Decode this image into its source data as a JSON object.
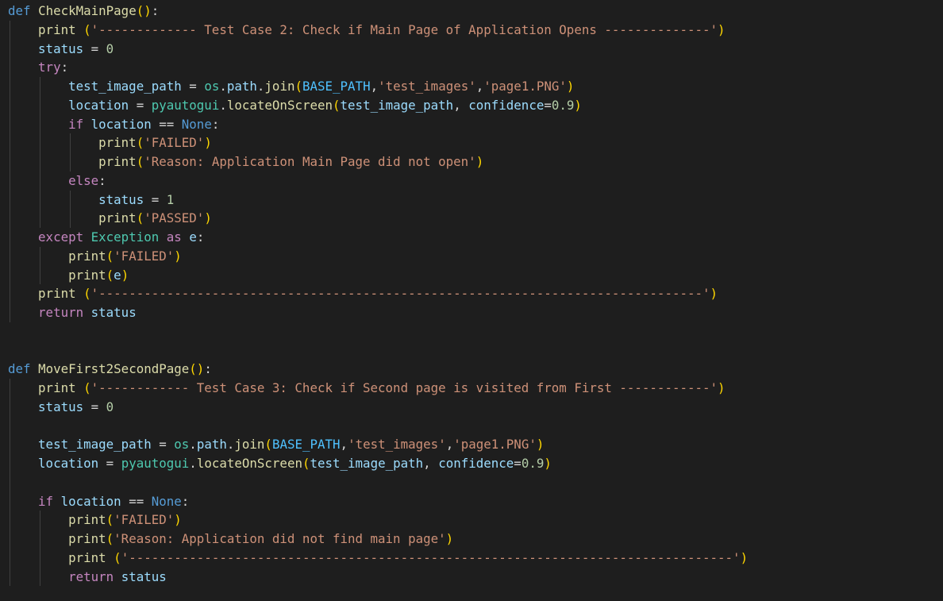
{
  "code_lines": [
    [
      [
        "def",
        "kw"
      ],
      [
        " ",
        "op"
      ],
      [
        "CheckMainPage",
        "fn"
      ],
      [
        "(",
        "p1"
      ],
      [
        ")",
        "p1"
      ],
      [
        ":",
        "op"
      ]
    ],
    [
      [
        "    ",
        "op"
      ],
      [
        "print",
        "fn"
      ],
      [
        " ",
        "op"
      ],
      [
        "(",
        "p1"
      ],
      [
        "'------------- Test Case 2: Check if Main Page of Application Opens --------------'",
        "str"
      ],
      [
        ")",
        "p1"
      ]
    ],
    [
      [
        "    ",
        "op"
      ],
      [
        "status",
        "var"
      ],
      [
        " = ",
        "op"
      ],
      [
        "0",
        "num"
      ]
    ],
    [
      [
        "    ",
        "op"
      ],
      [
        "try",
        "ctl"
      ],
      [
        ":",
        "op"
      ]
    ],
    [
      [
        "        ",
        "op"
      ],
      [
        "test_image_path",
        "var"
      ],
      [
        " = ",
        "op"
      ],
      [
        "os",
        "cls"
      ],
      [
        ".",
        "op"
      ],
      [
        "path",
        "var"
      ],
      [
        ".",
        "op"
      ],
      [
        "join",
        "fn"
      ],
      [
        "(",
        "p1"
      ],
      [
        "BASE_PATH",
        "cst"
      ],
      [
        ",",
        "op"
      ],
      [
        "'test_images'",
        "str"
      ],
      [
        ",",
        "op"
      ],
      [
        "'page1.PNG'",
        "str"
      ],
      [
        ")",
        "p1"
      ]
    ],
    [
      [
        "        ",
        "op"
      ],
      [
        "location",
        "var"
      ],
      [
        " = ",
        "op"
      ],
      [
        "pyautogui",
        "cls"
      ],
      [
        ".",
        "op"
      ],
      [
        "locateOnScreen",
        "fn"
      ],
      [
        "(",
        "p1"
      ],
      [
        "test_image_path",
        "var"
      ],
      [
        ", ",
        "op"
      ],
      [
        "confidence",
        "var"
      ],
      [
        "=",
        "op"
      ],
      [
        "0.9",
        "num"
      ],
      [
        ")",
        "p1"
      ]
    ],
    [
      [
        "        ",
        "op"
      ],
      [
        "if",
        "ctl"
      ],
      [
        " ",
        "op"
      ],
      [
        "location",
        "var"
      ],
      [
        " == ",
        "op"
      ],
      [
        "None",
        "kw"
      ],
      [
        ":",
        "op"
      ]
    ],
    [
      [
        "            ",
        "op"
      ],
      [
        "print",
        "fn"
      ],
      [
        "(",
        "p1"
      ],
      [
        "'FAILED'",
        "str"
      ],
      [
        ")",
        "p1"
      ]
    ],
    [
      [
        "            ",
        "op"
      ],
      [
        "print",
        "fn"
      ],
      [
        "(",
        "p1"
      ],
      [
        "'Reason: Application Main Page did not open'",
        "str"
      ],
      [
        ")",
        "p1"
      ]
    ],
    [
      [
        "        ",
        "op"
      ],
      [
        "else",
        "ctl"
      ],
      [
        ":",
        "op"
      ]
    ],
    [
      [
        "            ",
        "op"
      ],
      [
        "status",
        "var"
      ],
      [
        " = ",
        "op"
      ],
      [
        "1",
        "num"
      ]
    ],
    [
      [
        "            ",
        "op"
      ],
      [
        "print",
        "fn"
      ],
      [
        "(",
        "p1"
      ],
      [
        "'PASSED'",
        "str"
      ],
      [
        ")",
        "p1"
      ]
    ],
    [
      [
        "    ",
        "op"
      ],
      [
        "except",
        "ctl"
      ],
      [
        " ",
        "op"
      ],
      [
        "Exception",
        "cls"
      ],
      [
        " ",
        "op"
      ],
      [
        "as",
        "ctl"
      ],
      [
        " ",
        "op"
      ],
      [
        "e",
        "var"
      ],
      [
        ":",
        "op"
      ]
    ],
    [
      [
        "        ",
        "op"
      ],
      [
        "print",
        "fn"
      ],
      [
        "(",
        "p1"
      ],
      [
        "'FAILED'",
        "str"
      ],
      [
        ")",
        "p1"
      ]
    ],
    [
      [
        "        ",
        "op"
      ],
      [
        "print",
        "fn"
      ],
      [
        "(",
        "p1"
      ],
      [
        "e",
        "var"
      ],
      [
        ")",
        "p1"
      ]
    ],
    [
      [
        "    ",
        "op"
      ],
      [
        "print",
        "fn"
      ],
      [
        " ",
        "op"
      ],
      [
        "(",
        "p1"
      ],
      [
        "'--------------------------------------------------------------------------------'",
        "str"
      ],
      [
        ")",
        "p1"
      ]
    ],
    [
      [
        "    ",
        "op"
      ],
      [
        "return",
        "ctl"
      ],
      [
        " ",
        "op"
      ],
      [
        "status",
        "var"
      ]
    ],
    [],
    [],
    [
      [
        "def",
        "kw"
      ],
      [
        " ",
        "op"
      ],
      [
        "MoveFirst2SecondPage",
        "fn"
      ],
      [
        "(",
        "p1"
      ],
      [
        ")",
        "p1"
      ],
      [
        ":",
        "op"
      ]
    ],
    [
      [
        "    ",
        "op"
      ],
      [
        "print",
        "fn"
      ],
      [
        " ",
        "op"
      ],
      [
        "(",
        "p1"
      ],
      [
        "'------------ Test Case 3: Check if Second page is visited from First ------------'",
        "str"
      ],
      [
        ")",
        "p1"
      ]
    ],
    [
      [
        "    ",
        "op"
      ],
      [
        "status",
        "var"
      ],
      [
        " = ",
        "op"
      ],
      [
        "0",
        "num"
      ]
    ],
    [],
    [
      [
        "    ",
        "op"
      ],
      [
        "test_image_path",
        "var"
      ],
      [
        " = ",
        "op"
      ],
      [
        "os",
        "cls"
      ],
      [
        ".",
        "op"
      ],
      [
        "path",
        "var"
      ],
      [
        ".",
        "op"
      ],
      [
        "join",
        "fn"
      ],
      [
        "(",
        "p1"
      ],
      [
        "BASE_PATH",
        "cst"
      ],
      [
        ",",
        "op"
      ],
      [
        "'test_images'",
        "str"
      ],
      [
        ",",
        "op"
      ],
      [
        "'page1.PNG'",
        "str"
      ],
      [
        ")",
        "p1"
      ]
    ],
    [
      [
        "    ",
        "op"
      ],
      [
        "location",
        "var"
      ],
      [
        " = ",
        "op"
      ],
      [
        "pyautogui",
        "cls"
      ],
      [
        ".",
        "op"
      ],
      [
        "locateOnScreen",
        "fn"
      ],
      [
        "(",
        "p1"
      ],
      [
        "test_image_path",
        "var"
      ],
      [
        ", ",
        "op"
      ],
      [
        "confidence",
        "var"
      ],
      [
        "=",
        "op"
      ],
      [
        "0.9",
        "num"
      ],
      [
        ")",
        "p1"
      ]
    ],
    [],
    [
      [
        "    ",
        "op"
      ],
      [
        "if",
        "ctl"
      ],
      [
        " ",
        "op"
      ],
      [
        "location",
        "var"
      ],
      [
        " == ",
        "op"
      ],
      [
        "None",
        "kw"
      ],
      [
        ":",
        "op"
      ]
    ],
    [
      [
        "        ",
        "op"
      ],
      [
        "print",
        "fn"
      ],
      [
        "(",
        "p1"
      ],
      [
        "'FAILED'",
        "str"
      ],
      [
        ")",
        "p1"
      ]
    ],
    [
      [
        "        ",
        "op"
      ],
      [
        "print",
        "fn"
      ],
      [
        "(",
        "p1"
      ],
      [
        "'Reason: Application did not find main page'",
        "str"
      ],
      [
        ")",
        "p1"
      ]
    ],
    [
      [
        "        ",
        "op"
      ],
      [
        "print",
        "fn"
      ],
      [
        " ",
        "op"
      ],
      [
        "(",
        "p1"
      ],
      [
        "'--------------------------------------------------------------------------------'",
        "str"
      ],
      [
        ")",
        "p1"
      ]
    ],
    [
      [
        "        ",
        "op"
      ],
      [
        "return",
        "ctl"
      ],
      [
        " ",
        "op"
      ],
      [
        "status",
        "var"
      ]
    ]
  ],
  "theme": {
    "background": "#1e1e1e",
    "keyword": "#569cd6",
    "control": "#c586c0",
    "function": "#dcdcaa",
    "variable": "#9cdcfe",
    "string": "#ce9178",
    "number": "#b5cea8",
    "class": "#4ec9b0",
    "constant": "#4fc1ff",
    "bracket": "#ffd700"
  }
}
